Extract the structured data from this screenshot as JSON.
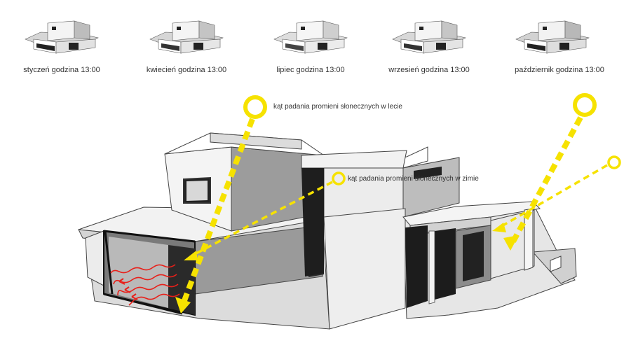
{
  "thumbnails": [
    {
      "caption": "styczeń godzina 13:00"
    },
    {
      "caption": "kwiecień godzina 13:00"
    },
    {
      "caption": "lipiec godzina 13:00"
    },
    {
      "caption": "wrzesień godzina 13:00"
    },
    {
      "caption": "październik godzina 13:00"
    }
  ],
  "annotations": {
    "summer": "kąt padania promieni słonecznych w lecie",
    "winter": "kąt padania promieni słonecznych w zimie"
  },
  "colors": {
    "sun": "#f6e200",
    "heat": "#e8201a",
    "wall_light": "#ececec",
    "wall_shade": "#9a9a9a",
    "opening": "#1a1a1a"
  }
}
